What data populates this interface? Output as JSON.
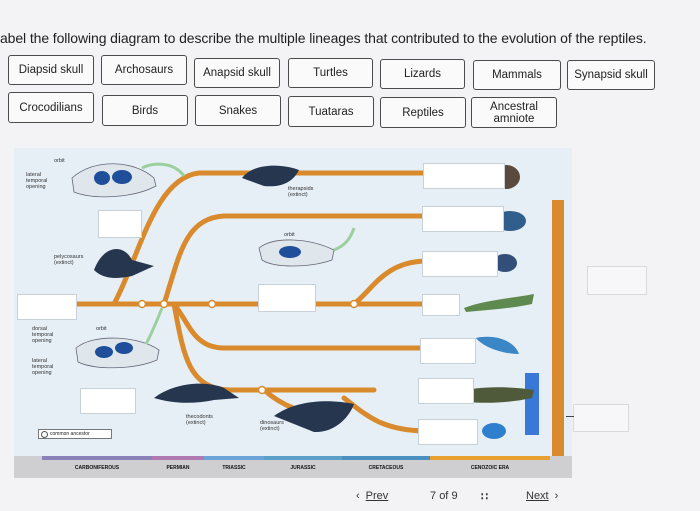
{
  "instruction": "abel the following diagram to describe the multiple lineages that contributed to the evolution of the reptiles.",
  "word_bank": {
    "row1": [
      "Diapsid skull",
      "Archosaurs",
      "Anapsid skull",
      "Turtles",
      "Lizards",
      "Mammals",
      "Synapsid skull"
    ],
    "row2": [
      "Crocodilians",
      "Birds",
      "Snakes",
      "Tuataras",
      "Reptiles",
      "Ancestral amniote"
    ]
  },
  "diagram": {
    "labels": {
      "orbit_top": "orbit",
      "lateral_temporal_opening": "lateral temporal opening",
      "therapsids": "therapsids (extinct)",
      "orbit_mid": "orbit",
      "pelycosaurs": "pelycosaurs (extinct)",
      "dorsal_temporal_opening": "dorsal temporal opening",
      "orbit_bottom": "orbit",
      "lateral_temporal_opening_2": "lateral temporal opening",
      "thecodonts": "thecodonts (extinct)",
      "dinosaurs": "dinosaurs (extinct)",
      "common_ancestor": "common ancestor"
    },
    "periods": [
      "CARBONIFEROUS",
      "PERMIAN",
      "TRIASSIC",
      "JURASSIC",
      "CRETACEOUS",
      "CENOZOIC ERA"
    ],
    "colors": {
      "branch": "#d98a2c",
      "background": "#e6eff6",
      "blue_bar": "#3a78d8",
      "period_bar": "#c9c9c9"
    }
  },
  "pager": {
    "prev": "Prev",
    "current": "7",
    "of": "of",
    "total": "9",
    "next": "Next"
  }
}
